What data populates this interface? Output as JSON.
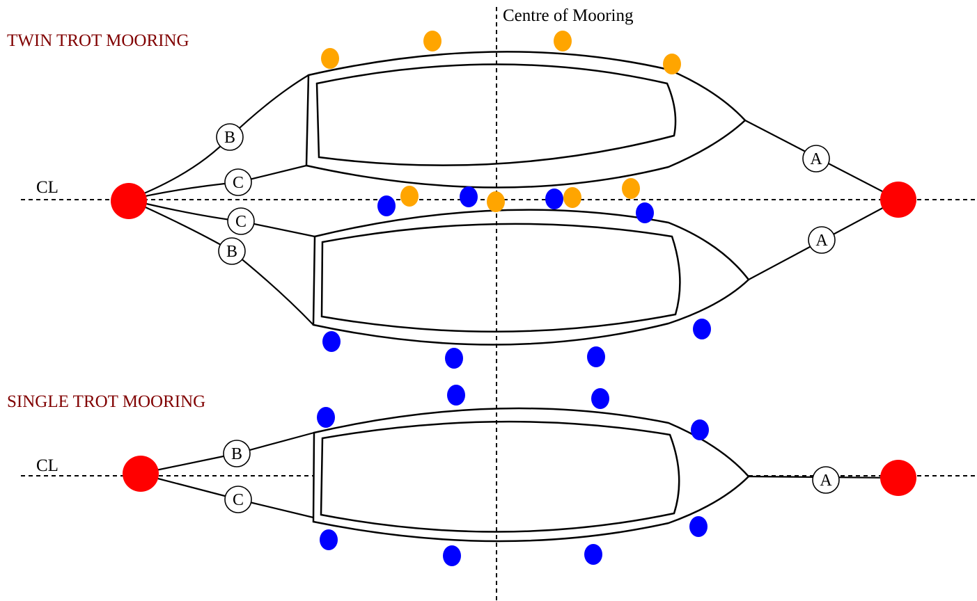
{
  "titles": {
    "twin": "TWIN TROT MOORING",
    "single": "SINGLE TROT MOORING",
    "centre": "Centre of Mooring",
    "cl_twin": "CL",
    "cl_single": "CL"
  },
  "line_tags": {
    "twin_top_bow": "A",
    "twin_top_stern_outer": "B",
    "twin_top_stern_inner": "C",
    "twin_bottom_stern_inner": "C",
    "twin_bottom_stern_outer": "B",
    "twin_bottom_bow": "A",
    "single_stern_upper": "B",
    "single_stern_lower": "C",
    "single_bow": "A"
  },
  "colors": {
    "buoy": "#ff0000",
    "fender_top_boat": "#ffa500",
    "fender_blue": "#0000ff",
    "title_text": "#800000",
    "text": "#000000"
  },
  "legend_meaning": {}
}
